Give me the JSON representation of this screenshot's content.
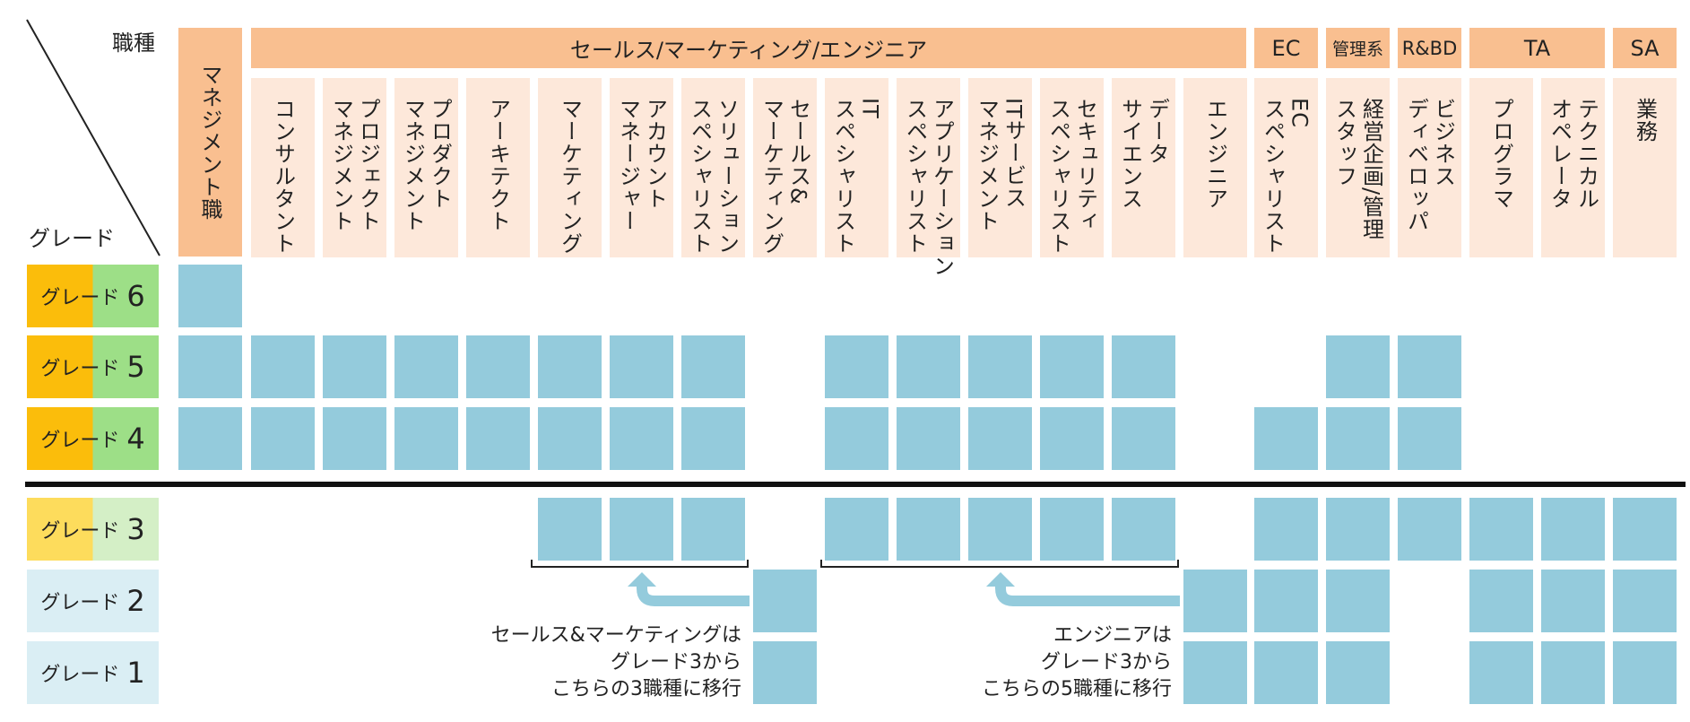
{
  "corner": {
    "top_label": "職種",
    "bottom_label": "グレード"
  },
  "categories": [
    {
      "id": "mgmt",
      "label": "マネジメント職"
    },
    {
      "id": "sme",
      "label": "セールス/マーケティング/エンジニア"
    },
    {
      "id": "ec",
      "label": "EC"
    },
    {
      "id": "admin",
      "label": "管理系"
    },
    {
      "id": "rbd",
      "label": "R&BD"
    },
    {
      "id": "ta",
      "label": "TA"
    },
    {
      "id": "sa",
      "label": "SA"
    }
  ],
  "jobs": [
    {
      "lines": [
        "コンサルタント"
      ]
    },
    {
      "lines": [
        "プロジェクト",
        "マネジメント"
      ]
    },
    {
      "lines": [
        "プロダクト",
        "マネジメント"
      ]
    },
    {
      "lines": [
        "アーキテクト"
      ]
    },
    {
      "lines": [
        "マーケティング"
      ]
    },
    {
      "lines": [
        "アカウント",
        "マネージャー"
      ]
    },
    {
      "lines": [
        "ソリューション",
        "スペシャリスト"
      ]
    },
    {
      "lines": [
        "セールス&",
        "マーケティング"
      ]
    },
    {
      "lines": [
        "IT",
        "スペシャリスト"
      ]
    },
    {
      "lines": [
        "アプリケーション",
        "スペシャリスト"
      ]
    },
    {
      "lines": [
        "ITサービス",
        "マネジメント"
      ]
    },
    {
      "lines": [
        "セキュリティ",
        "スペシャリスト"
      ]
    },
    {
      "lines": [
        "データ",
        "サイエンス"
      ]
    },
    {
      "lines": [
        "エンジニア"
      ]
    },
    {
      "lines": [
        "EC",
        "スペシャリスト"
      ]
    },
    {
      "lines": [
        "経営企画/管理",
        "スタッフ"
      ]
    },
    {
      "lines": [
        "ビジネス",
        "ディベロッパ"
      ]
    },
    {
      "lines": [
        "プログラマ"
      ]
    },
    {
      "lines": [
        "テクニカル",
        "オペレータ"
      ]
    },
    {
      "lines": [
        "業務"
      ]
    }
  ],
  "grades": [
    {
      "label": "グレード",
      "number": "6"
    },
    {
      "label": "グレード",
      "number": "5"
    },
    {
      "label": "グレード",
      "number": "4"
    },
    {
      "label": "グレード",
      "number": "3"
    },
    {
      "label": "グレード",
      "number": "2"
    },
    {
      "label": "グレード",
      "number": "1"
    }
  ],
  "grade_colors": {
    "upper_left": "#fbbd0b",
    "upper_right": "#9ddf87",
    "mid_left": "#fddc5c",
    "mid_right": "#d4efc6",
    "lower": "#daeef4"
  },
  "matrix": [
    [
      1,
      0,
      0,
      0,
      0,
      0,
      0,
      0,
      0,
      0,
      0,
      0,
      0,
      0,
      0,
      0,
      0,
      0,
      0,
      0,
      0
    ],
    [
      1,
      1,
      1,
      1,
      1,
      1,
      1,
      1,
      0,
      1,
      1,
      1,
      1,
      1,
      0,
      0,
      1,
      1,
      0,
      0,
      0
    ],
    [
      1,
      1,
      1,
      1,
      1,
      1,
      1,
      1,
      0,
      1,
      1,
      1,
      1,
      1,
      0,
      1,
      1,
      1,
      0,
      0,
      0
    ],
    [
      0,
      0,
      0,
      0,
      0,
      1,
      1,
      1,
      0,
      1,
      1,
      1,
      1,
      1,
      0,
      1,
      1,
      1,
      1,
      1,
      1
    ],
    [
      0,
      0,
      0,
      0,
      0,
      0,
      0,
      0,
      1,
      0,
      0,
      0,
      0,
      0,
      1,
      1,
      1,
      0,
      1,
      1,
      1
    ],
    [
      0,
      0,
      0,
      0,
      0,
      0,
      0,
      0,
      1,
      0,
      0,
      0,
      0,
      0,
      1,
      1,
      1,
      0,
      1,
      1,
      1
    ]
  ],
  "notes": [
    {
      "lines": [
        "セールス&マーケティングは",
        "グレード3から",
        "こちらの3職種に移行"
      ]
    },
    {
      "lines": [
        "エンジニアは",
        "グレード3から",
        "こちらの5職種に移行"
      ]
    }
  ],
  "colors": {
    "category": "#f9bf90",
    "job": "#fde8da",
    "cell": "#94cbdc",
    "arrow": "#94cbdc"
  }
}
